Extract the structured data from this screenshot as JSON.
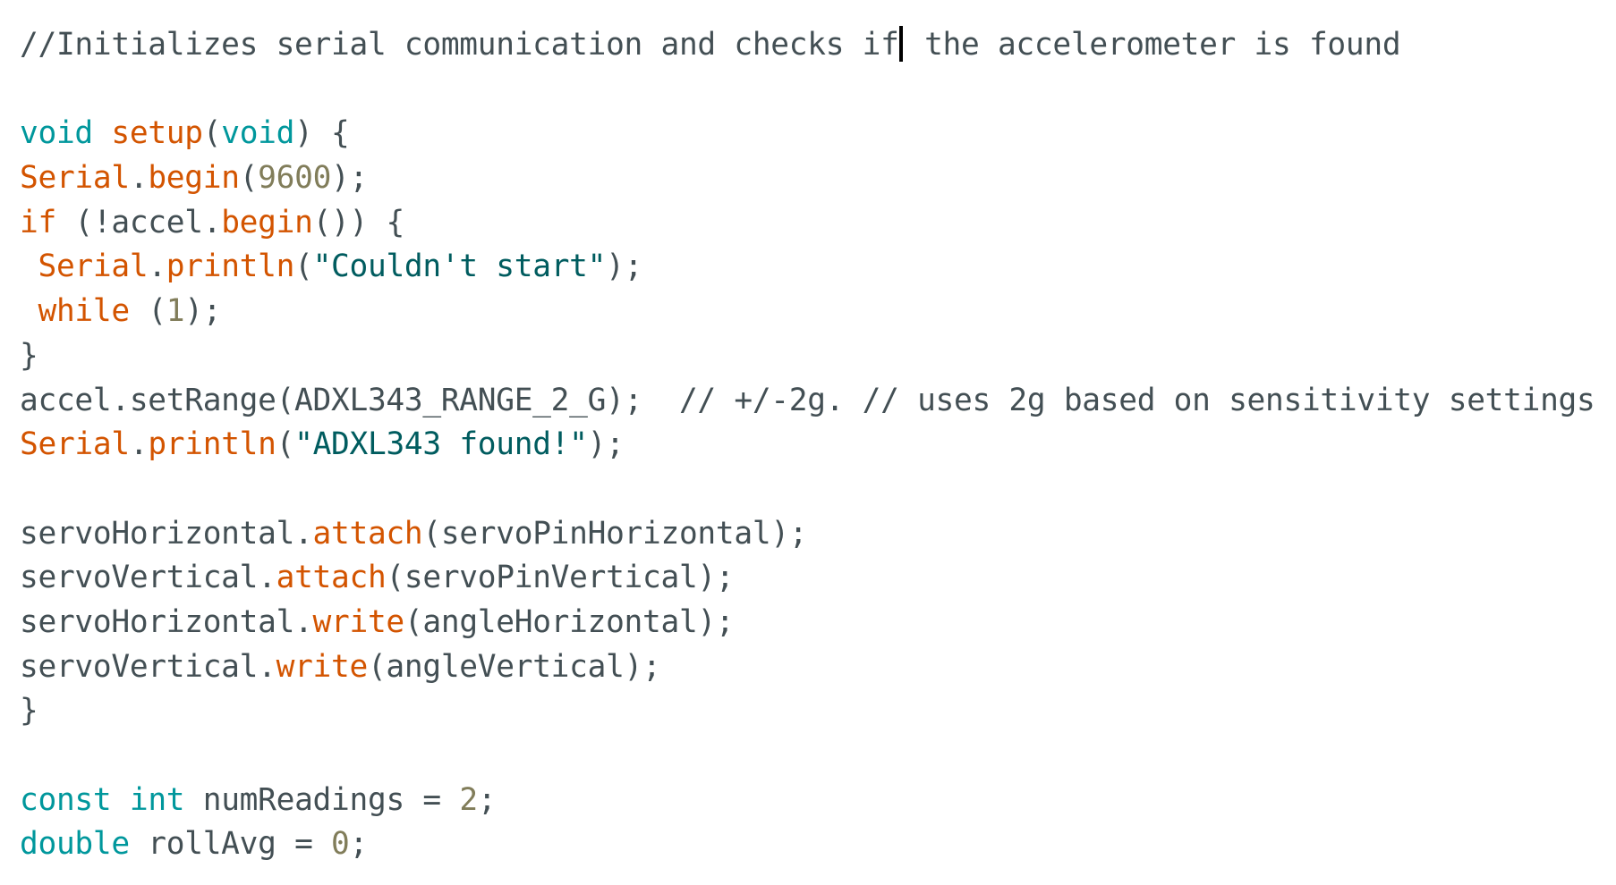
{
  "colors": {
    "comment": "#434f54",
    "plain": "#434f54",
    "keyword_type": "#00979c",
    "function": "#d35400",
    "literal": "#817d5a",
    "string": "#005c5f",
    "caret": "#000000"
  },
  "lines": [
    [
      {
        "t": "//Initializes serial communication and checks if",
        "k": "comment"
      },
      {
        "caret": true
      },
      {
        "t": " the accelerometer is found",
        "k": "comment"
      }
    ],
    [],
    [
      {
        "t": "void",
        "k": "keyword_type"
      },
      {
        "t": " ",
        "k": "plain"
      },
      {
        "t": "setup",
        "k": "function"
      },
      {
        "t": "(",
        "k": "plain"
      },
      {
        "t": "void",
        "k": "keyword_type"
      },
      {
        "t": ") {",
        "k": "plain"
      }
    ],
    [
      {
        "t": "Serial",
        "k": "function"
      },
      {
        "t": ".",
        "k": "plain"
      },
      {
        "t": "begin",
        "k": "function"
      },
      {
        "t": "(",
        "k": "plain"
      },
      {
        "t": "9600",
        "k": "literal"
      },
      {
        "t": ");",
        "k": "plain"
      }
    ],
    [
      {
        "t": "if",
        "k": "function"
      },
      {
        "t": " (!accel.",
        "k": "plain"
      },
      {
        "t": "begin",
        "k": "function"
      },
      {
        "t": "()) {",
        "k": "plain"
      }
    ],
    [
      {
        "t": " ",
        "k": "plain"
      },
      {
        "t": "Serial",
        "k": "function"
      },
      {
        "t": ".",
        "k": "plain"
      },
      {
        "t": "println",
        "k": "function"
      },
      {
        "t": "(",
        "k": "plain"
      },
      {
        "t": "\"Couldn't start\"",
        "k": "string"
      },
      {
        "t": ");",
        "k": "plain"
      }
    ],
    [
      {
        "t": " ",
        "k": "plain"
      },
      {
        "t": "while",
        "k": "function"
      },
      {
        "t": " (",
        "k": "plain"
      },
      {
        "t": "1",
        "k": "literal"
      },
      {
        "t": ");",
        "k": "plain"
      }
    ],
    [
      {
        "t": "}",
        "k": "plain"
      }
    ],
    [
      {
        "t": "accel.setRange(ADXL343_RANGE_2_G);  // +/-2g. // uses 2g based on sensitivity settings",
        "k": "plain"
      }
    ],
    [
      {
        "t": "Serial",
        "k": "function"
      },
      {
        "t": ".",
        "k": "plain"
      },
      {
        "t": "println",
        "k": "function"
      },
      {
        "t": "(",
        "k": "plain"
      },
      {
        "t": "\"ADXL343 found!\"",
        "k": "string"
      },
      {
        "t": ");",
        "k": "plain"
      }
    ],
    [],
    [
      {
        "t": "servoHorizontal.",
        "k": "plain"
      },
      {
        "t": "attach",
        "k": "function"
      },
      {
        "t": "(servoPinHorizontal);",
        "k": "plain"
      }
    ],
    [
      {
        "t": "servoVertical.",
        "k": "plain"
      },
      {
        "t": "attach",
        "k": "function"
      },
      {
        "t": "(servoPinVertical);",
        "k": "plain"
      }
    ],
    [
      {
        "t": "servoHorizontal.",
        "k": "plain"
      },
      {
        "t": "write",
        "k": "function"
      },
      {
        "t": "(angleHorizontal);",
        "k": "plain"
      }
    ],
    [
      {
        "t": "servoVertical.",
        "k": "plain"
      },
      {
        "t": "write",
        "k": "function"
      },
      {
        "t": "(angleVertical);",
        "k": "plain"
      }
    ],
    [
      {
        "t": "}",
        "k": "plain"
      }
    ],
    [],
    [
      {
        "t": "const",
        "k": "keyword_type"
      },
      {
        "t": " ",
        "k": "plain"
      },
      {
        "t": "int",
        "k": "keyword_type"
      },
      {
        "t": " numReadings = ",
        "k": "plain"
      },
      {
        "t": "2",
        "k": "literal"
      },
      {
        "t": ";",
        "k": "plain"
      }
    ],
    [
      {
        "t": "double",
        "k": "keyword_type"
      },
      {
        "t": " rollAvg = ",
        "k": "plain"
      },
      {
        "t": "0",
        "k": "literal"
      },
      {
        "t": ";",
        "k": "plain"
      }
    ]
  ]
}
